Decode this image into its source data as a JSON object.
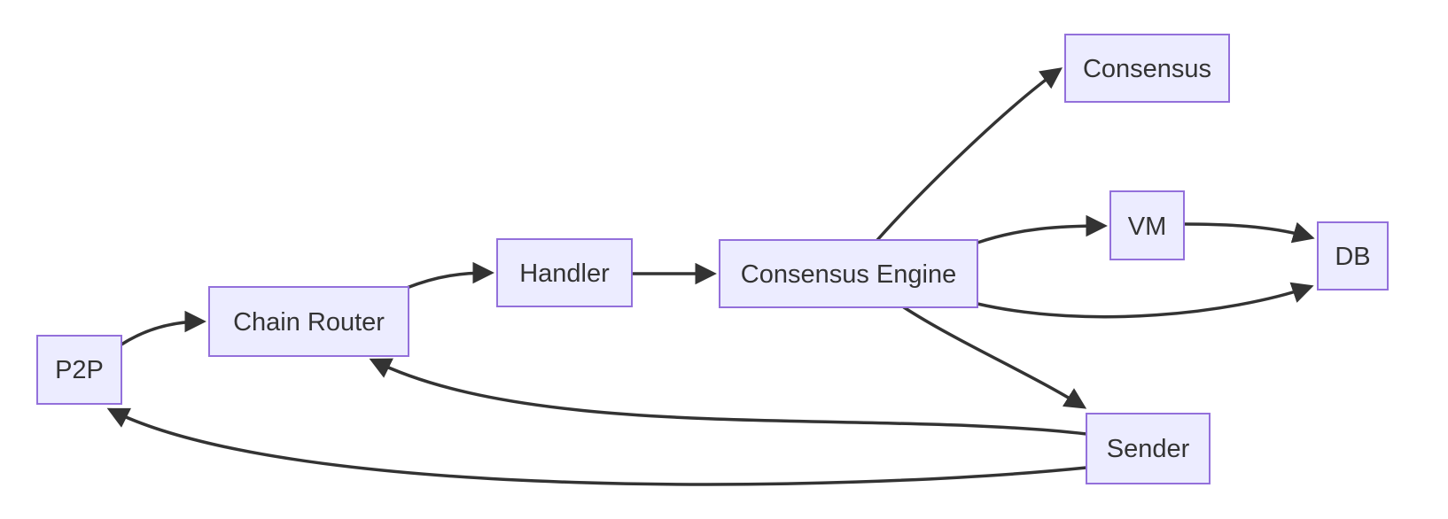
{
  "diagram": {
    "type": "flowchart",
    "direction": "left-to-right",
    "nodes": [
      {
        "id": "p2p",
        "label": "P2P"
      },
      {
        "id": "chain_router",
        "label": "Chain Router"
      },
      {
        "id": "handler",
        "label": "Handler"
      },
      {
        "id": "consensus_engine",
        "label": "Consensus Engine"
      },
      {
        "id": "consensus",
        "label": "Consensus"
      },
      {
        "id": "vm",
        "label": "VM"
      },
      {
        "id": "db",
        "label": "DB"
      },
      {
        "id": "sender",
        "label": "Sender"
      }
    ],
    "edges": [
      {
        "from": "P2P",
        "to": "Chain Router"
      },
      {
        "from": "Chain Router",
        "to": "Handler"
      },
      {
        "from": "Handler",
        "to": "Consensus Engine"
      },
      {
        "from": "Consensus Engine",
        "to": "Consensus"
      },
      {
        "from": "Consensus Engine",
        "to": "VM"
      },
      {
        "from": "VM",
        "to": "DB"
      },
      {
        "from": "Consensus Engine",
        "to": "DB"
      },
      {
        "from": "Consensus Engine",
        "to": "Sender"
      },
      {
        "from": "Sender",
        "to": "Chain Router"
      },
      {
        "from": "Sender",
        "to": "P2P"
      }
    ]
  },
  "theme": {
    "background": "#ffffff",
    "node_fill": "#ECECFF",
    "node_border": "#9370DB",
    "edge_color": "#333333",
    "text_color": "#333333"
  }
}
